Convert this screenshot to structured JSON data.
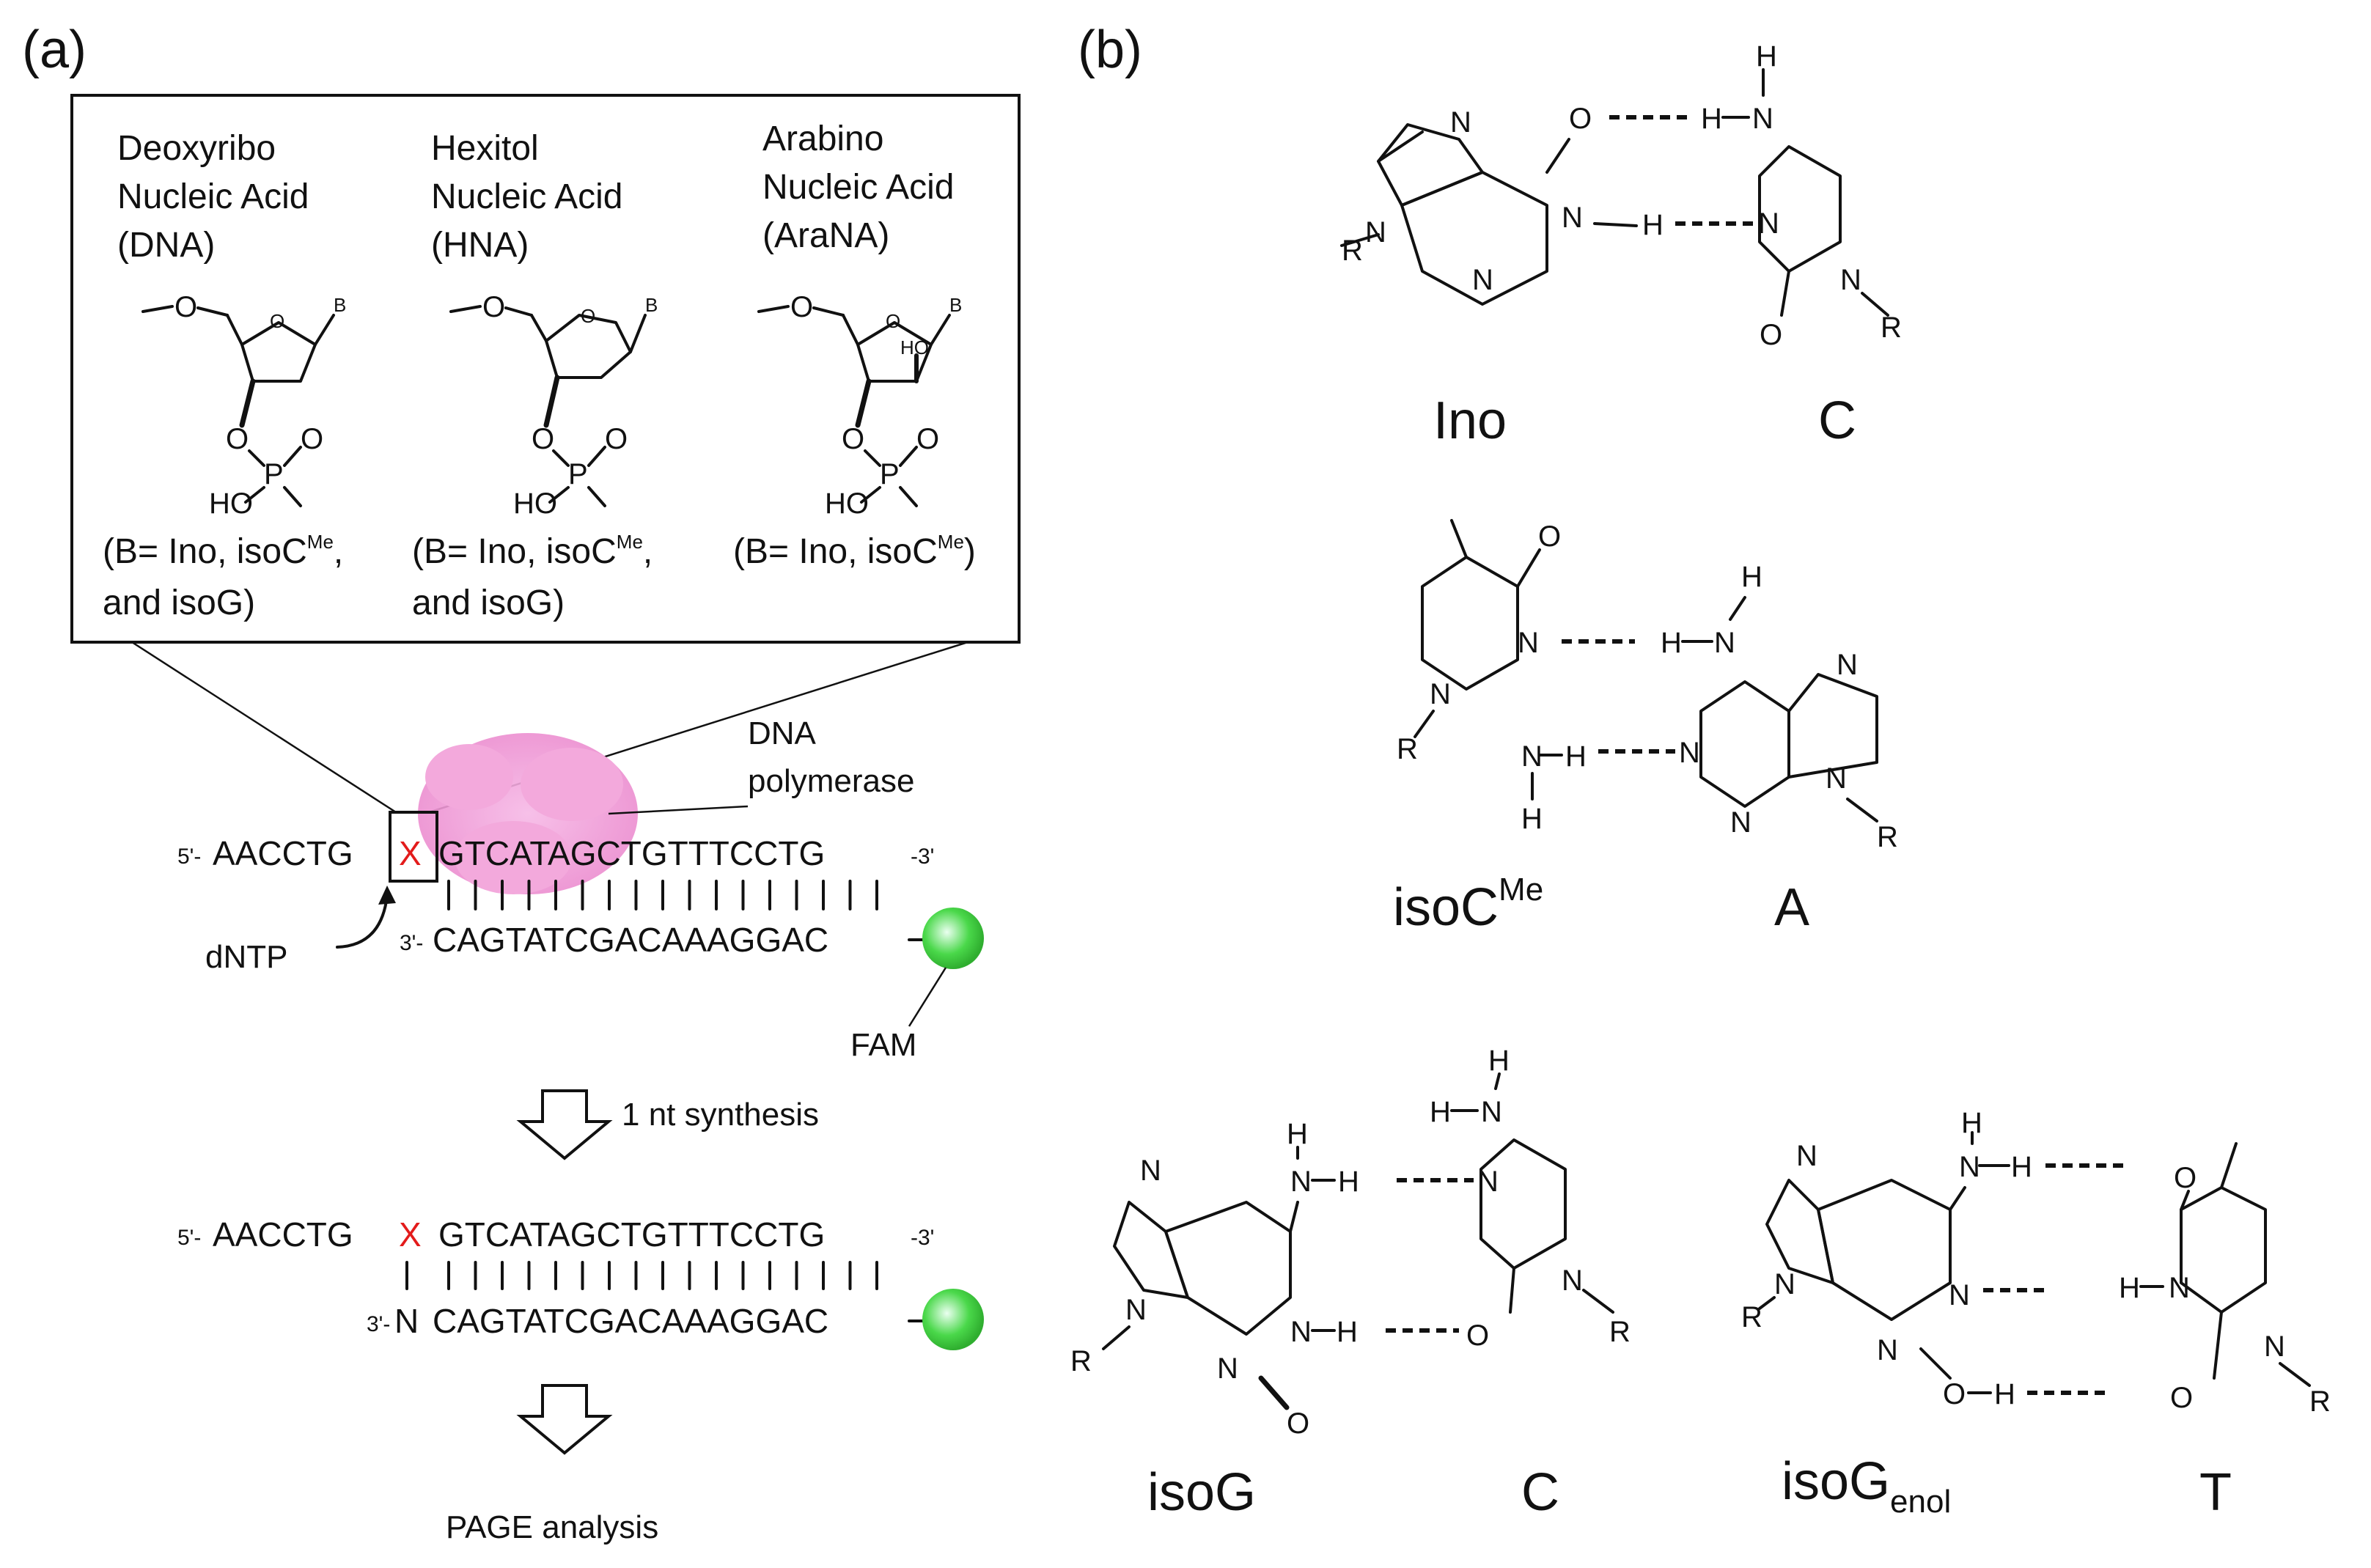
{
  "panel_a": {
    "label": "(a)",
    "backbones": [
      {
        "line1": "Deoxyribo",
        "line2": "Nucleic Acid",
        "line3": "(DNA)",
        "note1": "(B= Ino, isoC",
        "note_sup": "Me",
        "note2": ",",
        "note3": "and isoG)"
      },
      {
        "line1": "Hexitol",
        "line2": "Nucleic Acid",
        "line3": "(HNA)",
        "note1": "(B= Ino, isoC",
        "note_sup": "Me",
        "note2": ",",
        "note3": "and isoG)"
      },
      {
        "line1": "Arabino",
        "line2": "Nucleic Acid",
        "line3": "(AraNA)",
        "note1": "(B= Ino, isoC",
        "note_sup": "Me",
        "note2": ")",
        "note3": ""
      }
    ],
    "struct_atoms": {
      "o": "O",
      "b": "B",
      "p": "P",
      "ho": "HO",
      "ho_ring": "HO"
    },
    "polymerase": "DNA\npolymerase",
    "polymerase_l1": "DNA",
    "polymerase_l2": "polymerase",
    "primer_5": "5'-",
    "primer_seq": "AACCTG",
    "x_mark": "X",
    "template_seq": "GTCATAGCTGTTTCCTG",
    "end_3": "-3'",
    "lower_3": "3'-",
    "lower_seq": "CAGTATCGACAAAGGAC",
    "dntp": "dNTP",
    "fam": "FAM",
    "step1": "1 nt synthesis",
    "product_n": "N",
    "step2": "PAGE analysis"
  },
  "panel_b": {
    "label": "(b)",
    "pairs": [
      {
        "left": "Ino",
        "right": "C"
      },
      {
        "left": "isoC",
        "left_sup": "Me",
        "right": "A"
      },
      {
        "left": "isoG",
        "right": "C"
      },
      {
        "left": "isoG",
        "left_sub": "enol",
        "right": "T"
      }
    ],
    "atoms": {
      "N": "N",
      "O": "O",
      "H": "H",
      "R": "R"
    }
  },
  "colors": {
    "accent_red": "#e31b1b",
    "fam_green": "#3ccf3c",
    "polymerase_pink": "#f2a6d8"
  }
}
